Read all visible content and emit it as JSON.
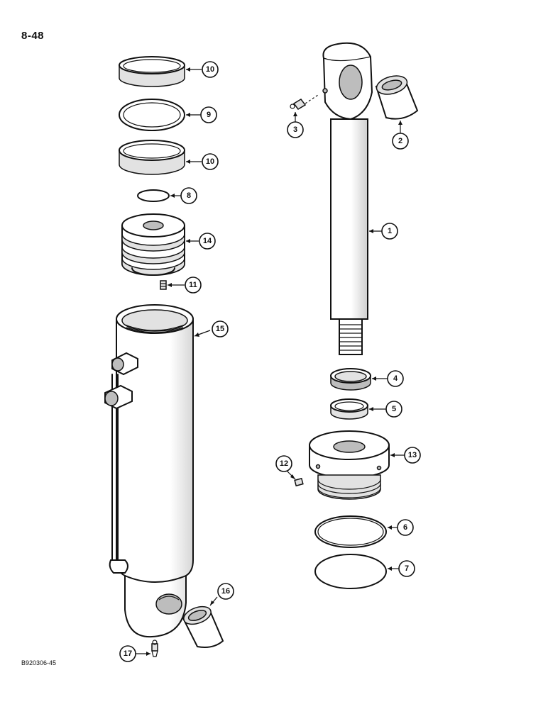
{
  "page_number": "8-48",
  "figure_code": "B920306-45",
  "callouts": {
    "c1": "1",
    "c2": "2",
    "c3": "3",
    "c4": "4",
    "c5": "5",
    "c6": "6",
    "c7": "7",
    "c8": "8",
    "c9": "9",
    "c10a": "10",
    "c10b": "10",
    "c11": "11",
    "c12": "12",
    "c13": "13",
    "c14": "14",
    "c15": "15",
    "c16": "16",
    "c17": "17"
  }
}
